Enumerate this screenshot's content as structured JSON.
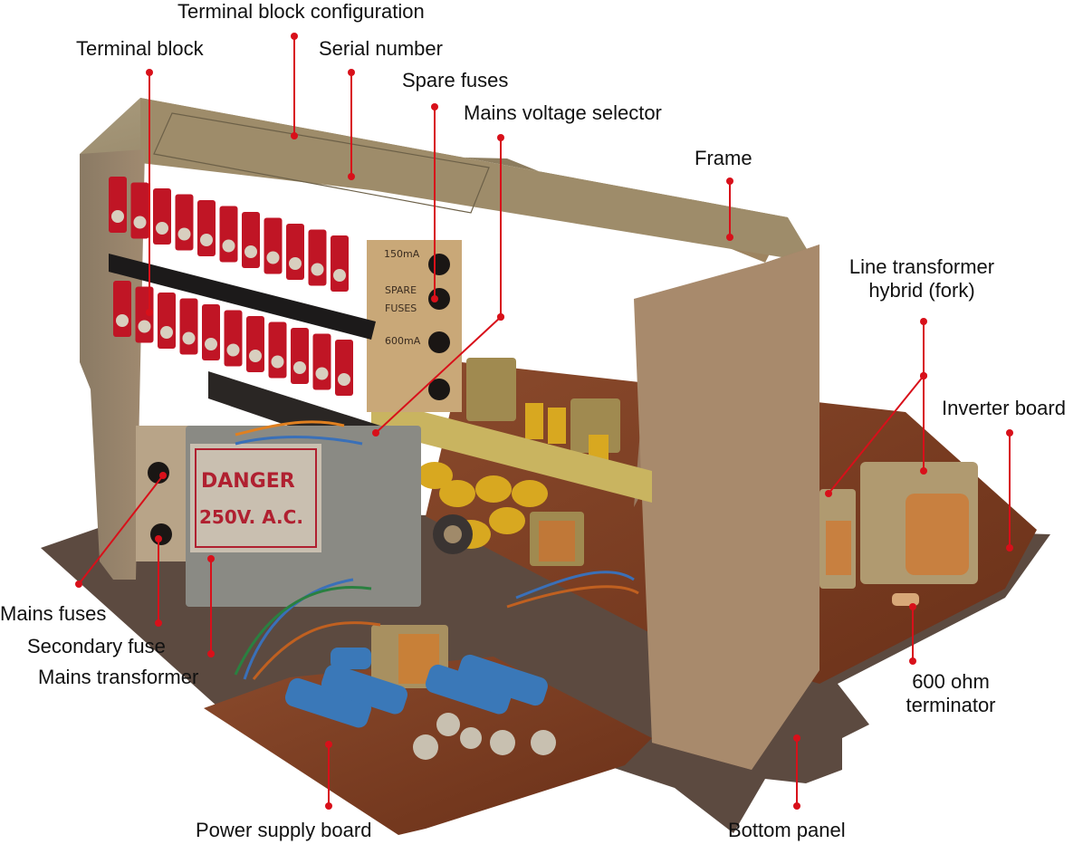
{
  "colors": {
    "callout": "#d8101a",
    "frame": "#9a8a6a",
    "terminal_red": "#c01525",
    "board": "#7a3a22"
  },
  "labels": {
    "terminal_block_configuration": "Terminal block configuration",
    "terminal_block": "Terminal block",
    "serial_number": "Serial number",
    "spare_fuses": "Spare fuses",
    "mains_voltage_selector": "Mains voltage selector",
    "frame": "Frame",
    "line_transformer_1": "Line transformer",
    "line_transformer_2": "hybrid (fork)",
    "inverter_board": "Inverter board",
    "mains_fuses": "Mains fuses",
    "secondary_fuse": "Secondary fuse",
    "mains_transformer": "Mains transformer",
    "terminator_1": "600 ohm",
    "terminator_2": "terminator",
    "power_supply_board": "Power supply board",
    "bottom_panel": "Bottom panel"
  },
  "photo_text": {
    "danger_1": "DANGER",
    "danger_2": "250V. A.C.",
    "fuse_150": "150mA",
    "spare_1": "SPARE",
    "spare_2": "FUSES",
    "fuse_600": "600mA"
  }
}
